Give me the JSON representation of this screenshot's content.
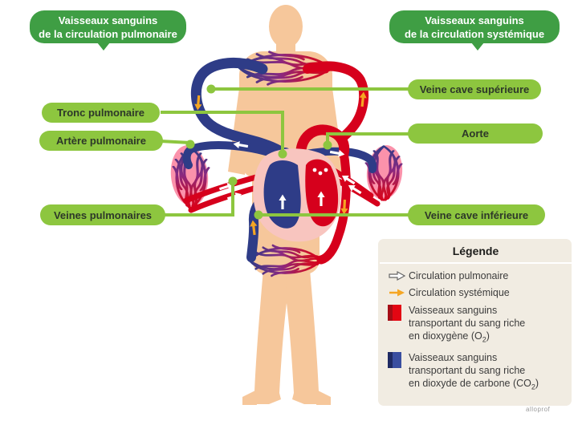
{
  "banners": {
    "pulmonary": {
      "line1": "Vaisseaux sanguins",
      "line2": "de la circulation pulmonaire"
    },
    "systemic": {
      "line1": "Vaisseaux sanguins",
      "line2": "de la circulation systémique"
    }
  },
  "callouts": {
    "tronc_pulmonaire": {
      "label": "Tronc pulmonaire"
    },
    "artere_pulmonaire": {
      "label": "Artère pulmonaire"
    },
    "veines_pulmonaires": {
      "label": "Veines pulmonaires"
    },
    "veine_cave_superieure": {
      "label": "Veine cave supérieure"
    },
    "aorte": {
      "label": "Aorte"
    },
    "veine_cave_inferieure": {
      "label": "Veine cave inférieure"
    }
  },
  "legend": {
    "title": "Légende",
    "pulmonary": {
      "icon": "white-arrow-icon",
      "label": "Circulation pulmonaire"
    },
    "systemic": {
      "icon": "orange-arrow-icon",
      "label": "Circulation systémique"
    },
    "oxygen_rich": {
      "icon": "red-swatch",
      "line1": "Vaisseaux sanguins",
      "line2": "transportant du sang riche",
      "line3_pre": "en dioxygène (O",
      "line3_sub": "2",
      "line3_post": ")"
    },
    "co2_rich": {
      "icon": "blue-swatch",
      "line1": "Vaisseaux sanguins",
      "line2": "transportant du sang riche",
      "line3_pre": "en dioxyde de carbone (CO",
      "line3_sub": "2",
      "line3_post": ")"
    }
  },
  "colors": {
    "banner_green": "#3f9e44",
    "label_green": "#8dc63f",
    "oxygen_red": "#d6001c",
    "co2_blue": "#2e3c87",
    "systemic_arrow_orange": "#f5a623",
    "pulmonary_arrow_white": "#ffffff",
    "skin": "#f6c79b",
    "lung_pink": "#fb92ab",
    "legend_bg": "#f1ece2"
  },
  "watermark": "alloprof"
}
